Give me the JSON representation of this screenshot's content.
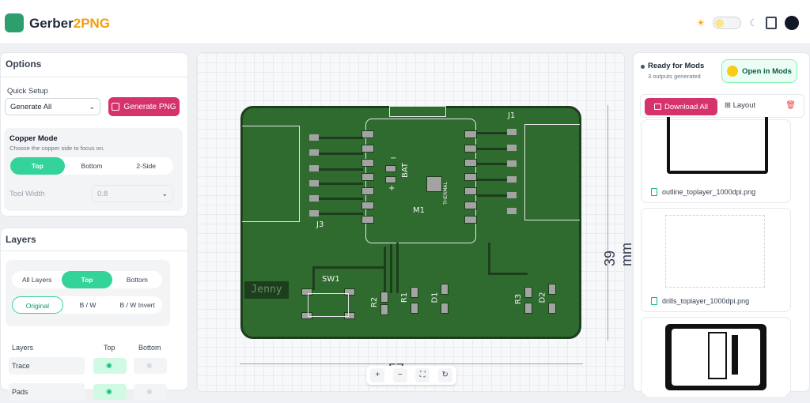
{
  "header": {
    "brand_part1": "Gerber",
    "brand_part2": "2PNG",
    "icons": [
      "logo-icon",
      "sun-icon",
      "theme-toggle",
      "moon-icon",
      "book-icon",
      "github-icon"
    ]
  },
  "options": {
    "title": "Options",
    "quick_setup_label": "Quick Setup",
    "quick_setup_value": "Generate All",
    "generate_label": "Generate PNG",
    "copper_mode_title": "Copper Mode",
    "copper_mode_desc": "Choose the copper side to focus on.",
    "copper_modes": [
      "Top",
      "Bottom",
      "2-Side"
    ],
    "copper_active": "Top",
    "tool_width_label": "Tool Width",
    "tool_width_value": "0.8"
  },
  "layers": {
    "title": "Layers",
    "side_filters": [
      "All Layers",
      "Top",
      "Bottom"
    ],
    "side_active": "Top",
    "color_modes": [
      "Original",
      "B / W",
      "B / W Invert"
    ],
    "color_active": "Original",
    "table_headers": [
      "Layers",
      "Top",
      "Bottom"
    ],
    "rows": [
      {
        "name": "Trace",
        "top": true,
        "bottom": false
      },
      {
        "name": "Pads",
        "top": true,
        "bottom": false
      }
    ]
  },
  "canvas": {
    "height_label": "39 mm",
    "width_label": "57 mm",
    "board_labels": {
      "j1": "J1",
      "j3": "J3",
      "m1": "M1",
      "bat": "BAT",
      "sw1": "SW1",
      "r1": "R1",
      "r2": "R2",
      "r3": "R3",
      "d1": "D1",
      "d2": "D2",
      "jenny": "Jenny",
      "thermal": "THERMAL",
      "plus": "+",
      "minus": "−"
    },
    "zoom_controls": [
      "+",
      "−",
      "fit",
      "reset"
    ]
  },
  "outputs": {
    "status_title": "Ready for Mods",
    "status_sub": "3 outputs generated",
    "open_mods_label": "Open in Mods",
    "download_label": "Download All",
    "layout_label": "Layout",
    "files": [
      "outline_toplayer_1000dpi.png",
      "drills_toplayer_1000dpi.png"
    ]
  },
  "colors": {
    "accent": "#d6336c",
    "active_green": "#34d399",
    "board_green": "#2f6b2f",
    "brand_orange": "#f59e0b"
  }
}
